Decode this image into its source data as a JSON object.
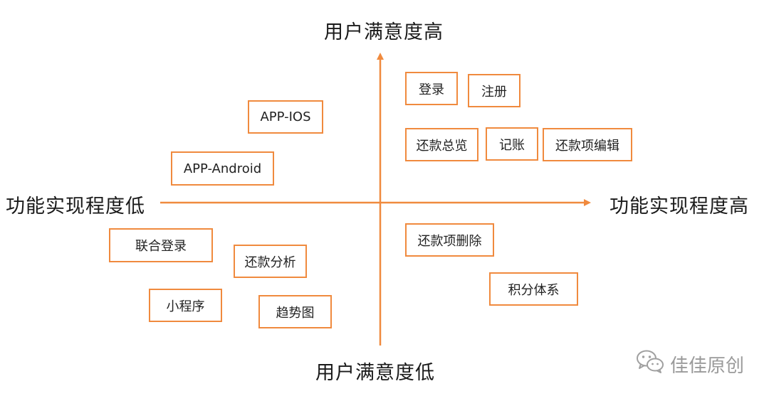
{
  "axes": {
    "top": "用户满意度高",
    "bottom": "用户满意度低",
    "left": "功能实现程度低",
    "right": "功能实现程度高"
  },
  "features": [
    "登录",
    "注册",
    "还款总览",
    "记账",
    "还款项编辑",
    "APP-IOS",
    "APP-Android",
    "联合登录",
    "还款分析",
    "小程序",
    "趋势图",
    "还款项删除",
    "积分体系"
  ],
  "watermark": {
    "text": "佳佳原创",
    "icon": "wechat-icon"
  },
  "colors": {
    "accent": "#F08A3E"
  }
}
